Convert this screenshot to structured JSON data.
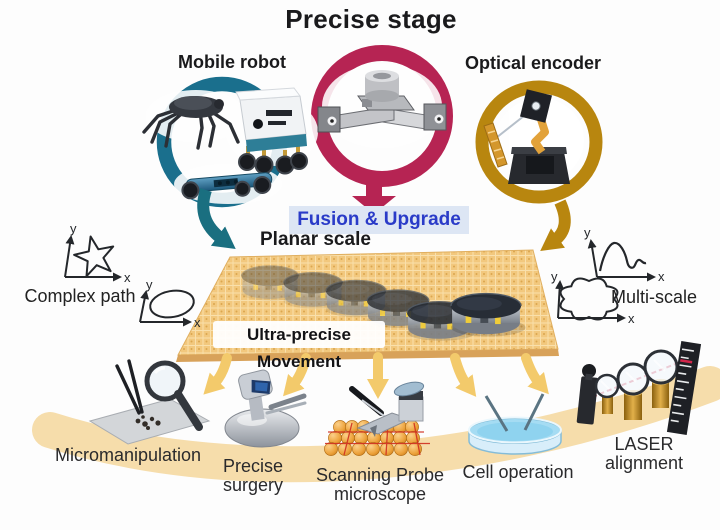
{
  "title": "Precise stage",
  "nodes": {
    "mobile_robot": "Mobile robot",
    "optical_encoder": "Optical encoder"
  },
  "process": {
    "fusion": "Fusion & Upgrade",
    "planar_scale": "Planar scale",
    "movement": "Ultra-precise Movement"
  },
  "sketches": {
    "complex_path": "Complex path",
    "multi_scale": "Multi-scale",
    "axis_x": "x",
    "axis_y": "y"
  },
  "applications": [
    {
      "lines": [
        "Micromanipulation"
      ]
    },
    {
      "lines": [
        "Precise",
        "surgery"
      ]
    },
    {
      "lines": [
        "Scanning Probe",
        "microscope"
      ]
    },
    {
      "lines": [
        "Cell operation"
      ]
    },
    {
      "lines": [
        "LASER",
        "alignment"
      ]
    }
  ],
  "colors": {
    "mobile_robot_ring": "#1a6f8d",
    "precise_stage_ring": "#b62453",
    "optical_encoder_ring": "#b8860f",
    "fusion_text": "#2a3bc8",
    "fusion_bg": "#dde6f4",
    "platform": "#f2c87e",
    "flow_arrow": "#f3ca6b",
    "movement_box_bg": "#ffffff",
    "background": "#fdfdfd"
  }
}
